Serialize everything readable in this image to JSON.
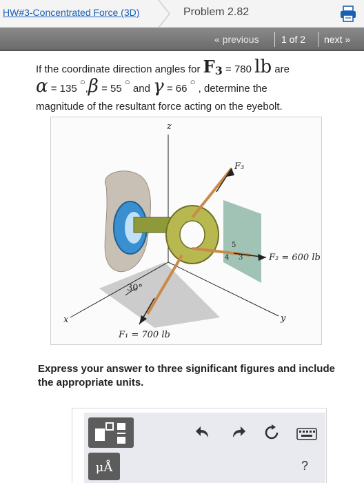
{
  "header": {
    "breadcrumb": "HW#3-Concentrated Force (3D)",
    "problem_title": "Problem 2.82",
    "print_icon": "printer-icon"
  },
  "nav": {
    "previous": "« previous",
    "count": "1 of 2",
    "next": "next »"
  },
  "question": {
    "line1_a": "If the coordinate direction angles for ",
    "force_symbol": "F",
    "force_sub": "3",
    "line1_eq": " = 780 ",
    "line1_unit": "lb",
    "line1_b": " are",
    "alpha_sym": "α",
    "alpha_val": " = 135 ",
    "beta_sym": "β",
    "beta_val": " = 55 ",
    "and_text": " and ",
    "gamma_sym": "γ",
    "gamma_val": " = 66 ",
    "degree": "○",
    "comma": ",",
    "line2_end": " , determine the",
    "line3": "magnitude of the resultant force acting on the eyebolt."
  },
  "figure": {
    "z_label": "z",
    "x_label": "x",
    "y_label": "y",
    "f3_label": "F₃",
    "f2_label": "F₂ = 600 lb",
    "f1_label": "F₁ = 700 lb",
    "angle_label": "30°",
    "ratio_5": "5",
    "ratio_4": "4",
    "ratio_3": "3"
  },
  "instruction": "Express your answer to three significant figures and include the appropriate units.",
  "toolbar": {
    "units_label": "μÅ",
    "help_label": "?",
    "icons": [
      "templates-icon",
      "undo-icon",
      "redo-icon",
      "reset-icon",
      "keyboard-icon"
    ]
  }
}
